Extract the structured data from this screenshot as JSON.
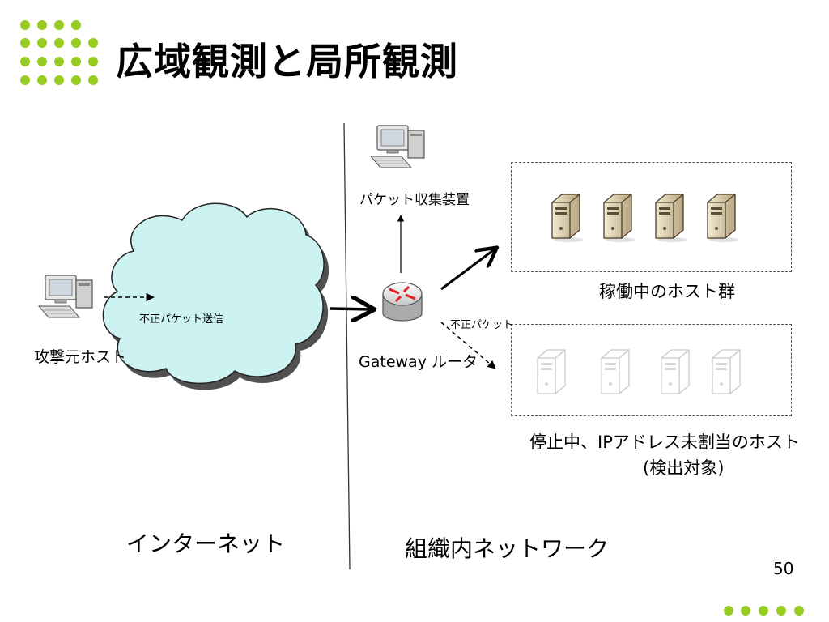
{
  "slide": {
    "title": "広域観測と局所観測",
    "page_number": "50"
  },
  "labels": {
    "attacker_host": "攻撃元ホスト",
    "illegal_packet_send": "不正パケット送信",
    "packet_collector": "パケット収集装置",
    "gateway_router": "Gateway ルータ",
    "illegal_packet": "不正パケット",
    "active_hosts": "稼働中のホスト群",
    "stopped_hosts_line1": "停止中、IPアドレス未割当のホスト",
    "stopped_hosts_line2": "(検出対象)",
    "internet": "インターネット",
    "org_network": "組織内ネットワーク"
  },
  "colors": {
    "accent_dots": "#99cc22",
    "cloud_fill": "#ccf2f2",
    "router_arrow": "#e02020"
  },
  "icons": {
    "attacker": "desktop-computer-icon",
    "collector": "desktop-computer-icon",
    "router": "router-icon",
    "servers": "server-tower-icon"
  }
}
